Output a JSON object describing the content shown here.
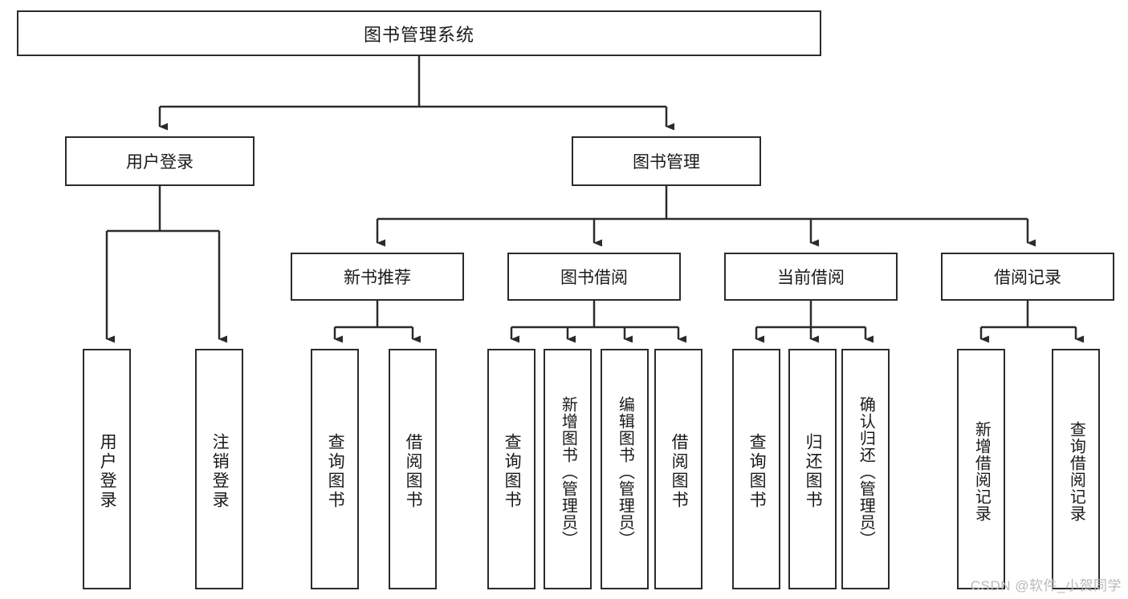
{
  "diagram": {
    "title": "图书管理系统",
    "type": "tree-hierarchy",
    "root": {
      "label": "图书管理系统"
    },
    "level1": [
      {
        "label": "用户登录"
      },
      {
        "label": "图书管理"
      }
    ],
    "level2": [
      {
        "label": "新书推荐"
      },
      {
        "label": "图书借阅"
      },
      {
        "label": "当前借阅"
      },
      {
        "label": "借阅记录"
      }
    ],
    "leaves": {
      "user_login": [
        {
          "label": "用户登录"
        },
        {
          "label": "注销登录"
        }
      ],
      "new_book_recommend": [
        {
          "label": "查询图书"
        },
        {
          "label": "借阅图书"
        }
      ],
      "book_borrow": [
        {
          "label": "查询图书"
        },
        {
          "label": "新增图书（管理员）"
        },
        {
          "label": "编辑图书（管理员）"
        },
        {
          "label": "借阅图书"
        }
      ],
      "current_borrow": [
        {
          "label": "查询图书"
        },
        {
          "label": "归还图书"
        },
        {
          "label": "确认归还（管理员）"
        }
      ],
      "borrow_record": [
        {
          "label": "新增借阅记录"
        },
        {
          "label": "查询借阅记录"
        }
      ]
    },
    "colors": {
      "stroke": "#2b2b2b",
      "fill": "#ffffff",
      "text": "#1a1a1a",
      "watermark": "#b9b9b9"
    }
  },
  "watermark": {
    "text": "CSDN @软件_小贺同学"
  }
}
